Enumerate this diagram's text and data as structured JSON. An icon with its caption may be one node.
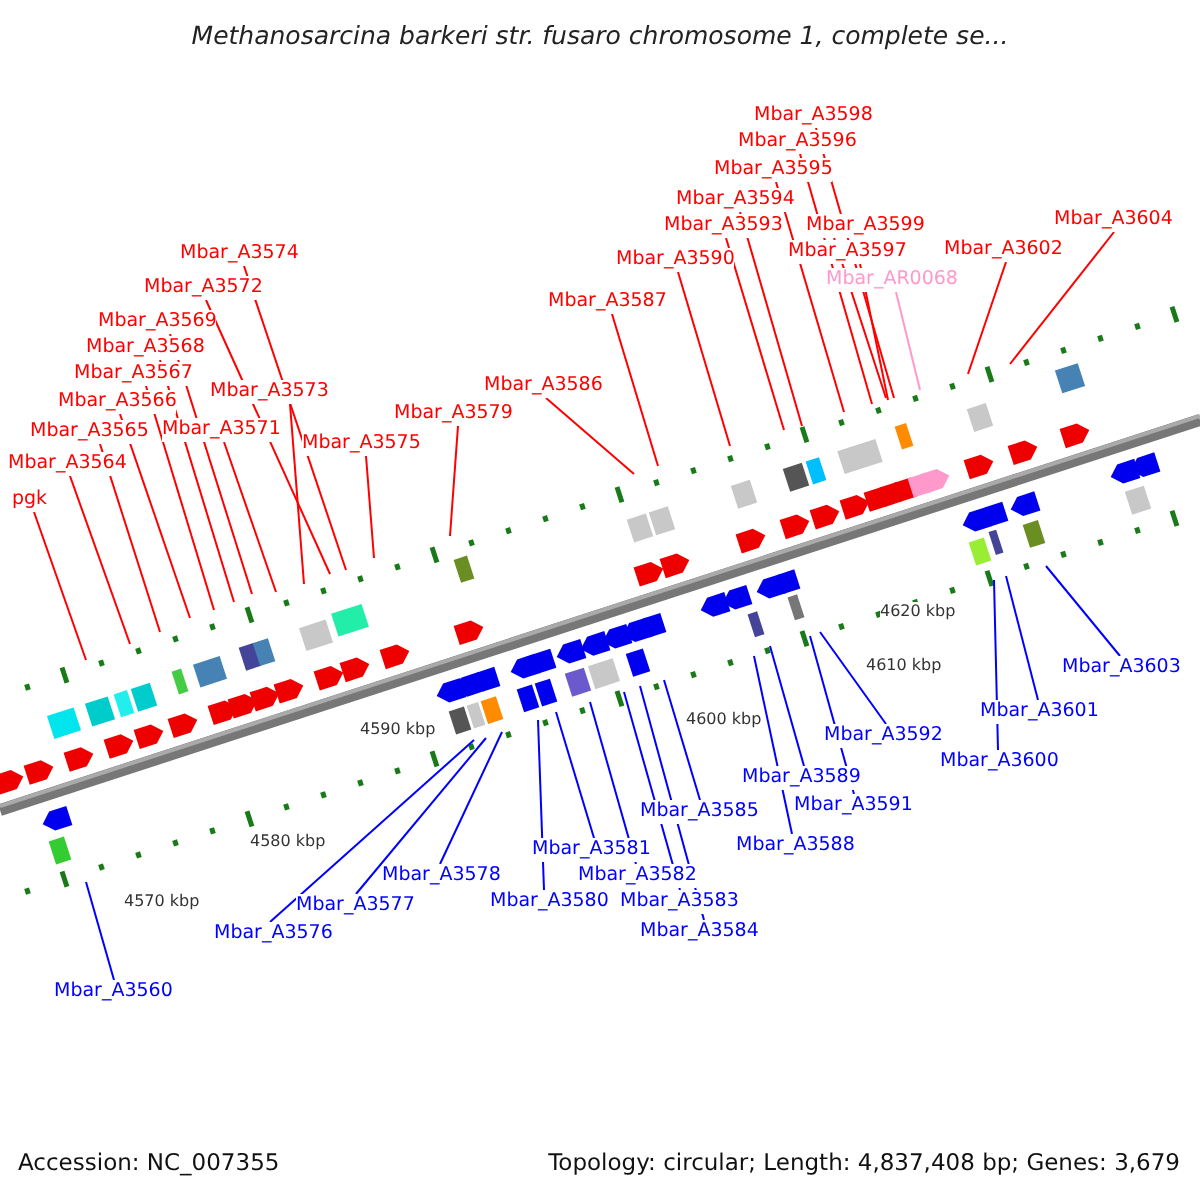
{
  "diagram": {
    "title": "Methanosarcina barkeri str. fusaro chromosome 1, complete se...",
    "nodes": [
      {
        "text": [
          "pgk"
        ]
      },
      {
        "text": [
          "Mbar_A3564"
        ]
      },
      {
        "text": [
          "Mbar_A3565"
        ]
      },
      {
        "text": [
          "Mbar_A3566"
        ]
      },
      {
        "text": [
          "Mbar_A3567"
        ]
      },
      {
        "text": [
          "Mbar_A3568"
        ]
      },
      {
        "text": [
          "Mbar_A3569"
        ]
      },
      {
        "text": [
          "Mbar_A3571"
        ]
      },
      {
        "text": [
          "Mbar_A3572"
        ]
      },
      {
        "text": [
          "Mbar_A3573"
        ]
      },
      {
        "text": [
          "Mbar_A3574"
        ]
      },
      {
        "text": [
          "Mbar_A3575"
        ]
      },
      {
        "text": [
          "Mbar_A3579"
        ]
      },
      {
        "text": [
          "Mbar_A3586"
        ]
      },
      {
        "text": [
          "Mbar_A3587"
        ]
      },
      {
        "text": [
          "Mbar_A3590"
        ]
      },
      {
        "text": [
          "Mbar_A3593"
        ]
      },
      {
        "text": [
          "Mbar_A3594"
        ]
      },
      {
        "text": [
          "Mbar_A3595"
        ]
      },
      {
        "text": [
          "Mbar_A3596"
        ]
      },
      {
        "text": [
          "Mbar_A3598"
        ]
      },
      {
        "text": [
          "Mbar_A3599"
        ]
      },
      {
        "text": [
          "Mbar_A3597"
        ]
      },
      {
        "text": [
          "Mbar_AR0068"
        ]
      },
      {
        "text": [
          "Mbar_A3602"
        ]
      },
      {
        "text": [
          "Mbar_A3604"
        ]
      },
      {
        "text": [
          "Mbar_A3560"
        ]
      },
      {
        "text": [
          "Mbar_A3576"
        ]
      },
      {
        "text": [
          "Mbar_A3577"
        ]
      },
      {
        "text": [
          "Mbar_A3578"
        ]
      },
      {
        "text": [
          "Mbar_A3580"
        ]
      },
      {
        "text": [
          "Mbar_A3581"
        ]
      },
      {
        "text": [
          "Mbar_A3582"
        ]
      },
      {
        "text": [
          "Mbar_A3583"
        ]
      },
      {
        "text": [
          "Mbar_A3584"
        ]
      },
      {
        "text": [
          "Mbar_A3585"
        ]
      },
      {
        "text": [
          "Mbar_A3588"
        ]
      },
      {
        "text": [
          "Mbar_A3589"
        ]
      },
      {
        "text": [
          "Mbar_A3591"
        ]
      },
      {
        "text": [
          "Mbar_A3592"
        ]
      },
      {
        "text": [
          "Mbar_A3600"
        ]
      },
      {
        "text": [
          "Mbar_A3601"
        ]
      },
      {
        "text": [
          "Mbar_A3603"
        ]
      }
    ],
    "edges": [
      {
        "from": 0,
        "to": null,
        "arrow": "none"
      },
      {
        "from": 1,
        "to": null,
        "arrow": "none"
      },
      {
        "from": 2,
        "to": null,
        "arrow": "none"
      },
      {
        "from": 3,
        "to": null,
        "arrow": "none"
      },
      {
        "from": 4,
        "to": null,
        "arrow": "none"
      },
      {
        "from": 5,
        "to": null,
        "arrow": "none"
      },
      {
        "from": 6,
        "to": null,
        "arrow": "none"
      },
      {
        "from": 7,
        "to": null,
        "arrow": "none"
      },
      {
        "from": 8,
        "to": null,
        "arrow": "none"
      },
      {
        "from": 9,
        "to": null,
        "arrow": "none"
      },
      {
        "from": 10,
        "to": null,
        "arrow": "none"
      },
      {
        "from": 11,
        "to": null,
        "arrow": "none"
      },
      {
        "from": 12,
        "to": null,
        "arrow": "none"
      },
      {
        "from": 13,
        "to": null,
        "arrow": "none"
      },
      {
        "from": 14,
        "to": null,
        "arrow": "none"
      },
      {
        "from": 15,
        "to": null,
        "arrow": "none"
      },
      {
        "from": 16,
        "to": null,
        "arrow": "none"
      },
      {
        "from": 17,
        "to": null,
        "arrow": "none"
      },
      {
        "from": 18,
        "to": null,
        "arrow": "none"
      },
      {
        "from": 19,
        "to": null,
        "arrow": "none"
      },
      {
        "from": 20,
        "to": null,
        "arrow": "none"
      },
      {
        "from": 21,
        "to": null,
        "arrow": "none"
      },
      {
        "from": 22,
        "to": null,
        "arrow": "none"
      },
      {
        "from": 23,
        "to": null,
        "arrow": "none",
        "color": "#ff99cc"
      },
      {
        "from": 24,
        "to": null,
        "arrow": "none"
      },
      {
        "from": 25,
        "to": null,
        "arrow": "none"
      },
      {
        "from": 26,
        "to": null,
        "arrow": "none",
        "color": "#0000ff"
      },
      {
        "from": 27,
        "to": null,
        "arrow": "none",
        "color": "#0000ff"
      },
      {
        "from": 28,
        "to": null,
        "arrow": "none",
        "color": "#0000ff"
      },
      {
        "from": 29,
        "to": null,
        "arrow": "none",
        "color": "#0000ff"
      },
      {
        "from": 30,
        "to": null,
        "arrow": "none",
        "color": "#0000ff"
      },
      {
        "from": 31,
        "to": null,
        "arrow": "none",
        "color": "#0000ff"
      },
      {
        "from": 32,
        "to": null,
        "arrow": "none",
        "color": "#0000ff"
      },
      {
        "from": 33,
        "to": null,
        "arrow": "none",
        "color": "#0000ff"
      },
      {
        "from": 34,
        "to": null,
        "arrow": "none",
        "color": "#0000ff"
      },
      {
        "from": 35,
        "to": null,
        "arrow": "none",
        "color": "#0000ff"
      },
      {
        "from": 36,
        "to": null,
        "arrow": "none",
        "color": "#0000ff"
      },
      {
        "from": 37,
        "to": null,
        "arrow": "none",
        "color": "#0000ff"
      },
      {
        "from": 38,
        "to": null,
        "arrow": "none",
        "color": "#0000ff"
      },
      {
        "from": 39,
        "to": null,
        "arrow": "none",
        "color": "#0000ff"
      },
      {
        "from": 40,
        "to": null,
        "arrow": "none",
        "color": "#0000ff"
      },
      {
        "from": 41,
        "to": null,
        "arrow": "none",
        "color": "#0000ff"
      },
      {
        "from": 42,
        "to": null,
        "arrow": "none",
        "color": "#0000ff"
      }
    ],
    "labels": [
      "4570 kbp",
      "4580 kbp",
      "4590 kbp",
      "4600 kbp",
      "4610 kbp",
      "4620 kbp",
      "Accession: NC_007355",
      "Topology: circular; Length: 4,837,408 bp; Genes: 3,679"
    ]
  }
}
